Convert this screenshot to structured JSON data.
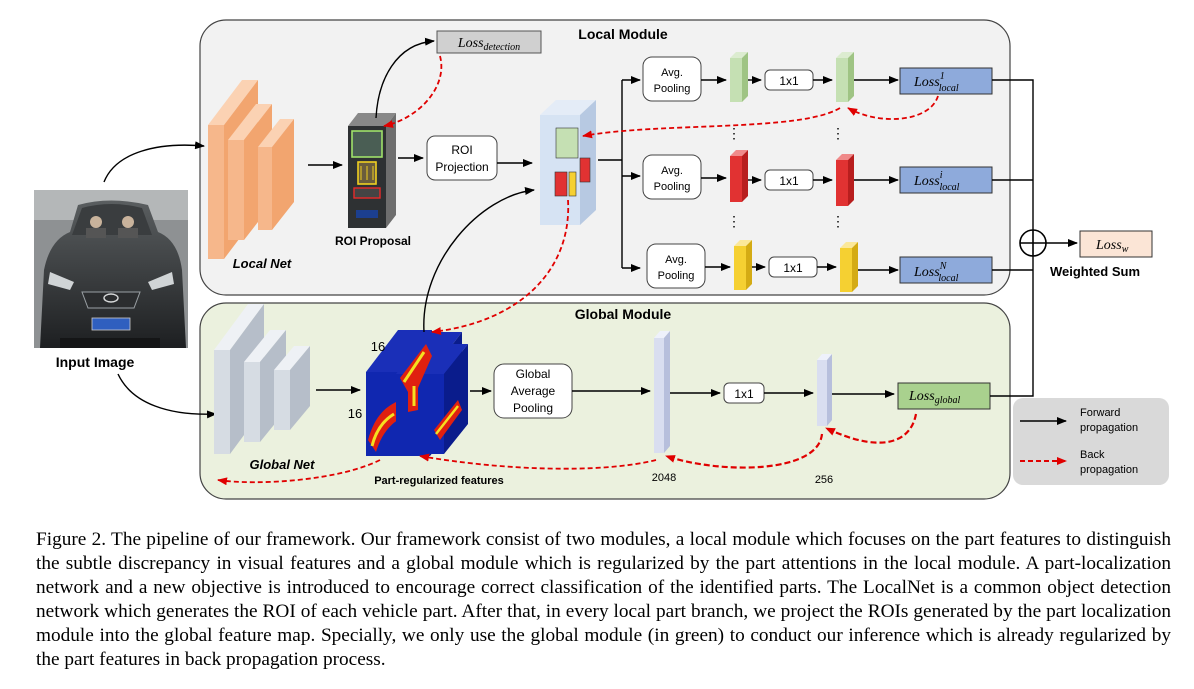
{
  "local_module": {
    "title": "Local Module",
    "localnet_label": "Local Net",
    "roi_proposal_label": "ROI Proposal",
    "roi_projection": [
      "ROI",
      "Projection"
    ],
    "loss_detection": {
      "base": "Loss",
      "sub": "detection"
    },
    "avg_pooling": [
      "Avg.",
      "Pooling"
    ],
    "conv": "1x1",
    "dots": "⋮",
    "loss_local_1": {
      "base": "Loss",
      "sup": "1",
      "sub": "local"
    },
    "loss_local_i": {
      "base": "Loss",
      "sup": "i",
      "sub": "local"
    },
    "loss_local_n": {
      "base": "Loss",
      "sup": "N",
      "sub": "local"
    }
  },
  "global_module": {
    "title": "Global Module",
    "globalnet_label": "Global Net",
    "dim_h": "16",
    "dim_w": "16",
    "part_features_label": "Part-regularized features",
    "gap": [
      "Global",
      "Average",
      "Pooling"
    ],
    "conv": "1x1",
    "dim_2048": "2048",
    "dim_256": "256",
    "loss_global": {
      "base": "Loss",
      "sub": "global"
    }
  },
  "input_label": "Input Image",
  "weighted_sum_label": "Weighted Sum",
  "loss_w": {
    "base": "Loss",
    "sub": "w"
  },
  "legend": {
    "forward": [
      "Forward",
      "propagation"
    ],
    "back": [
      "Back",
      "propagation"
    ]
  },
  "colors": {
    "local_bg": "#f2f2f2",
    "global_bg": "#ebf1de",
    "loss_local": "#8eaadb",
    "loss_global": "#a9d18e",
    "loss_w": "#fbe5d6",
    "back_arrow": "#e00000"
  },
  "caption": "Figure 2. The pipeline of our framework. Our framework consist of two modules, a local module which focuses on the part features to distinguish the subtle discrepancy in visual features and a global module which is regularized by the part attentions in the local module. A part-localization network and a new objective is introduced to encourage correct classification of the identified parts. The LocalNet is a common object detection network which generates the ROI of each vehicle part. After that, in every local part branch, we project the ROIs generated by the part localization module into the global feature map. Specially, we only use the global module (in green) to conduct our inference which is already regularized by the part features in back propagation process."
}
